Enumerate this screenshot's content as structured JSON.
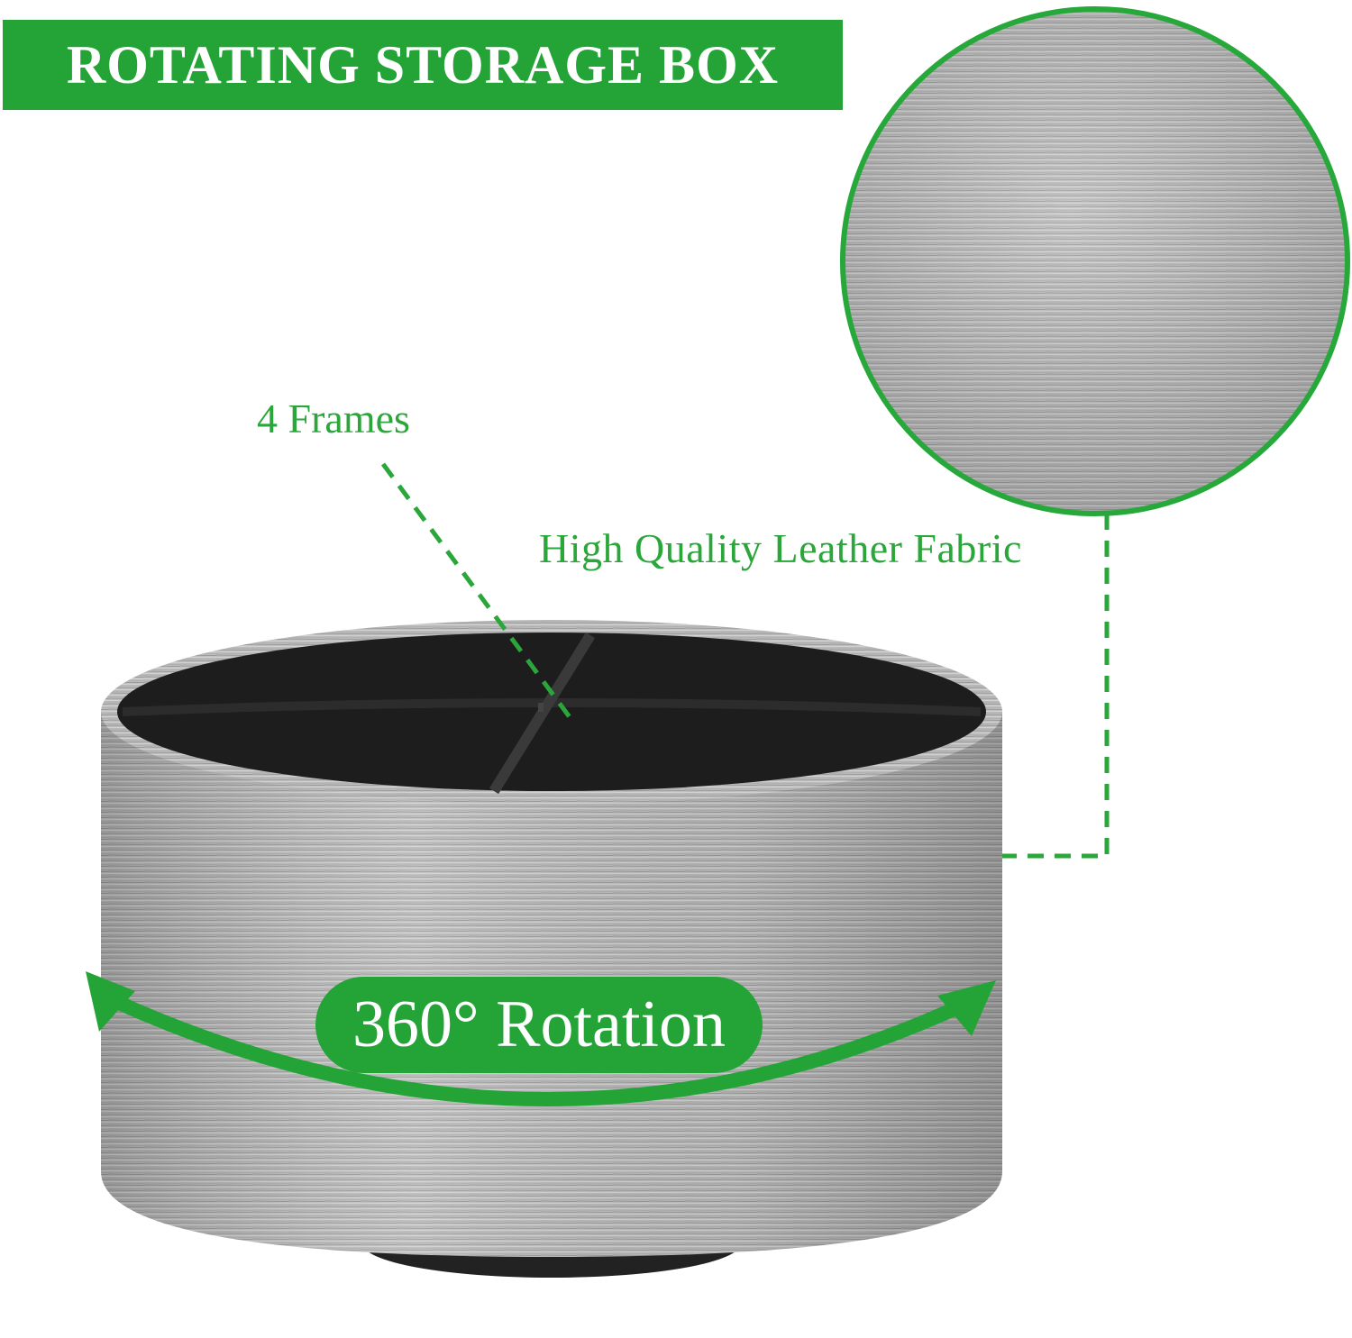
{
  "title": "ROTATING STORAGE BOX",
  "callouts": {
    "frames": "4 Frames",
    "fabric": "High Quality Leather Fabric"
  },
  "rotation_badge": "360° Rotation",
  "colors": {
    "accent_green": "#24a437",
    "text_green": "#2aa63a",
    "silver": "#b9b9b9",
    "interior_black": "#1d1d1d"
  }
}
